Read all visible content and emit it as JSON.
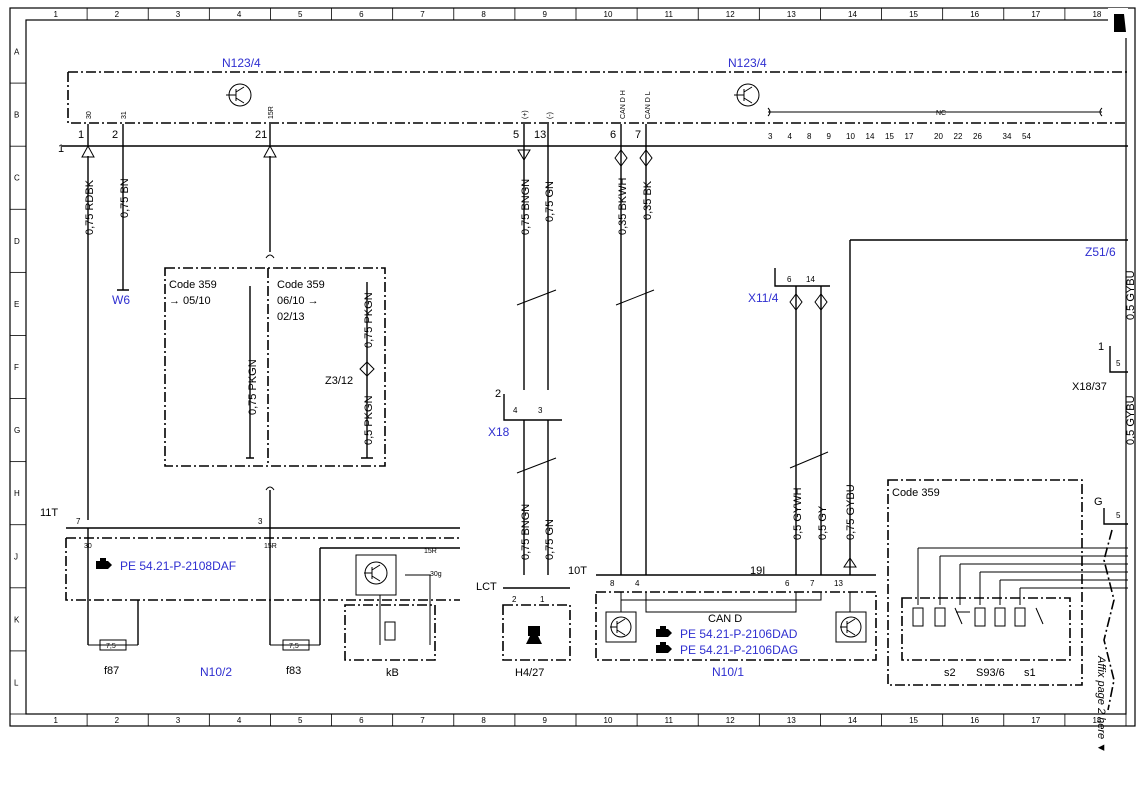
{
  "grid": {
    "columns": [
      "1",
      "2",
      "3",
      "4",
      "5",
      "6",
      "7",
      "8",
      "9",
      "10",
      "11",
      "12",
      "13",
      "14",
      "15",
      "16",
      "17",
      "18"
    ],
    "rows": [
      "A",
      "B",
      "C",
      "D",
      "E",
      "F",
      "G",
      "H",
      "J",
      "K",
      "L"
    ]
  },
  "components": {
    "control_unit_left": "N123/4",
    "control_unit_right": "N123/4",
    "w6": "W6",
    "z51": "Z51/6",
    "x18": "X18",
    "x11": "X11/4",
    "z3": "Z3/12",
    "x1837": "X18/37",
    "n102": "N10/2",
    "n101": "N10/1",
    "h427": "H4/27",
    "f87": "f87",
    "f83": "f83",
    "kb": "kB",
    "s2": "s2",
    "s936": "S93/6",
    "s1": "s1",
    "lct": "LCT",
    "can_d": "CAN D"
  },
  "pins": {
    "p30": "30",
    "p31": "31",
    "p15r": "15R",
    "pplus": "(+)",
    "pminus": "(-)",
    "pcanh": "CAN D H",
    "pcanl": "CAN D L",
    "nc": "NC",
    "n1": "1",
    "n2": "2",
    "n21": "21",
    "n5": "5",
    "n13": "13",
    "n6": "6",
    "n7": "7",
    "nc_list": [
      "3",
      "4",
      "8",
      "9",
      "10",
      "14",
      "15",
      "17",
      "20",
      "22",
      "26",
      "34",
      "54"
    ],
    "conn1": "1",
    "x18_2": "2",
    "x18_4": "4",
    "x18_3": "3",
    "x11_6": "6",
    "x11_14": "14",
    "x1837_1": "1",
    "x1837_5": "5",
    "t11": "11T",
    "t7": "7",
    "t3": "3",
    "j30": "30",
    "j15r": "15R",
    "t10": "10T",
    "t8": "8",
    "t4": "4",
    "t19": "19I",
    "t6b": "6",
    "t7b": "7",
    "t13b": "13",
    "kb15r": "15R",
    "kb30g": "30g",
    "h2": "2",
    "h1": "1",
    "g": "G",
    "g5": "5"
  },
  "wires": {
    "w1": "0,75 RDBK",
    "w2": "0,75 BN",
    "w5": "0,75 BNGN",
    "w13": "0,75 GN",
    "w6": "0,35 BKWH",
    "w7": "0,35 BK",
    "wp1": "0,75 PKGN",
    "wp2": "0,75 PKGN",
    "wp3": "0,5 PKGN",
    "wl5": "0,75 BNGN",
    "wl13": "0,75 GN",
    "wgywh": "0,5 GYWH",
    "wgy": "0,5 GY",
    "wgybu": "0,75 GYBU",
    "wr1": "0,5 GYBU",
    "wr2": "0,5 GYBU"
  },
  "code_boxes": {
    "a_title": "Code 359",
    "a_line": "→ 05/10",
    "b_title": "Code 359",
    "b_line1": "06/10 →",
    "b_line2": "02/13",
    "c_title": "Code 359"
  },
  "fuses": {
    "f87_val": "7,5",
    "f83_val": "7,5"
  },
  "references": {
    "r1": "PE 54.21-P-2108DAF",
    "r2": "PE 54.21-P-2106DAD",
    "r3": "PE 54.21-P-2106DAG"
  },
  "side_note": "Affix page 2 here ▼",
  "colors": {
    "text": "#000000",
    "reference": "#2f2fd0",
    "background": "#ffffff"
  },
  "icons": [
    "transistor-icon",
    "hand-pointer-icon",
    "horn-icon",
    "arrow-right-icon"
  ]
}
